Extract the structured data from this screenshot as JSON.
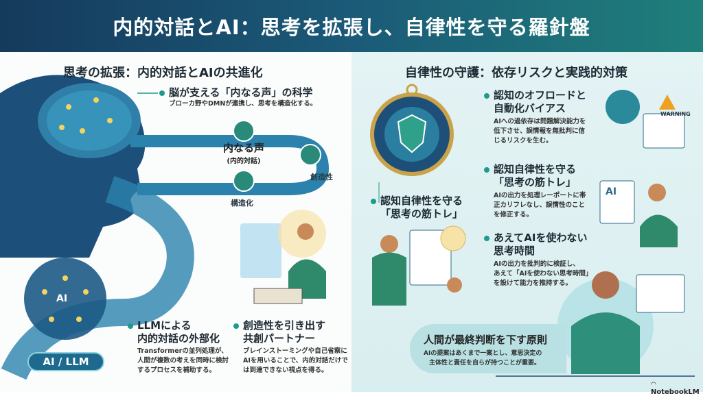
{
  "title": "内的対話とAI：思考を拡張し、自律性を守る羅針盤",
  "left": {
    "heading": "思考の拡張：内的対話とAIの共進化",
    "brain_item": {
      "title": "脳が支える「内なる声」の科学",
      "desc": "ブローカ野やDMNが連携し、思考を構造化する。"
    },
    "inner_voice": {
      "title": "内なる声",
      "sub": "(内的対話)"
    },
    "nodes": {
      "structure": "構造化",
      "creativity": "創造性"
    },
    "ai_chip": "AI",
    "badge": "AI / LLM",
    "llm_item": {
      "title_1": "LLMによる",
      "title_2": "内的対話の外部化",
      "desc_1": "Transformerの並列処理が、",
      "desc_2": "人間が複数の考えを同時に検討",
      "desc_3": "するプロセスを補助する。"
    },
    "partner_item": {
      "title_1": "創造性を引き出す",
      "title_2": "共創パートナー",
      "desc_1": "ブレインストーミングや自己省察に",
      "desc_2": "AIを用いることで、内的対話だけで",
      "desc_3": "は到達できない視点を得る。"
    }
  },
  "right": {
    "heading": "自律性の守護：依存リスクと実践的対策",
    "compass_label_1": "認知自律性を守る",
    "compass_label_2": "「思考の筋トレ」",
    "items": [
      {
        "title_1": "認知のオフロードと",
        "title_2": "自動化バイアス",
        "desc_1": "AIへの過依存は問題解決能力を",
        "desc_2": "低下させ、誤情報を無批判に信",
        "desc_3": "じるリスクを生む。"
      },
      {
        "title_1": "認知自律性を守る",
        "title_2": "「思考の筋トレ」",
        "desc_1": "AIの出力を処理レーポートに帯",
        "desc_2": "正カリフレなし、誤情性のこと",
        "desc_3": "を修正する。"
      },
      {
        "title_1": "あえてAIを使わない",
        "title_2": "思考時間",
        "desc_1": "AIの出力を批判的に検証し、",
        "desc_2": "あえて「AIを使わない思考時間」",
        "desc_3": "を設けて能力を推持する。"
      }
    ],
    "warning": "WARNING",
    "doc_ai": "AI",
    "principle": {
      "title": "人間が最終判断を下す原則",
      "desc_1": "AIの提案はあくまで一案とし、意思決定の",
      "desc_2": "主体性と責任を自らが持つことが重要。"
    }
  },
  "footer": {
    "brand": "NotebookLM"
  },
  "colors": {
    "teal": "#1f9a8e",
    "navy": "#153a5c",
    "pipe": "#2b82ad"
  }
}
